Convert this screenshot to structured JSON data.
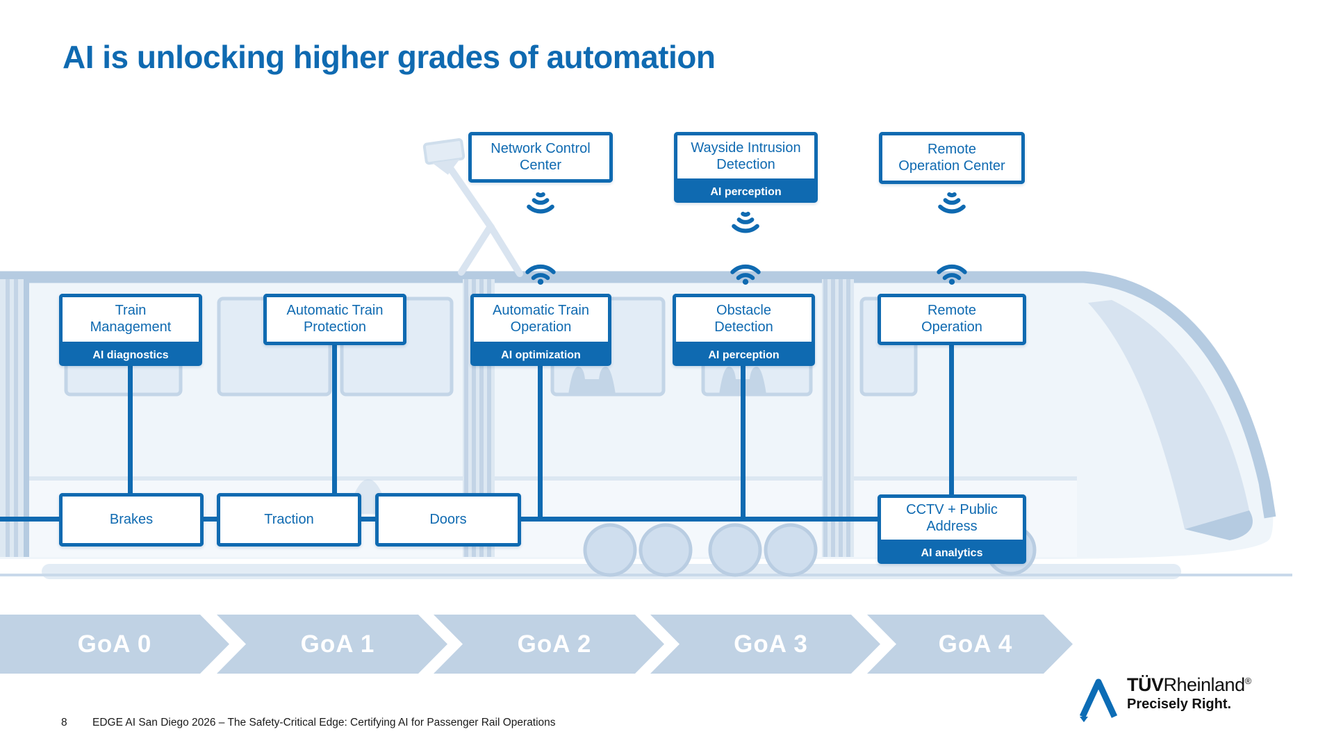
{
  "title": "AI is unlocking higher grades of automation",
  "colors": {
    "brand_blue": "#0f6ab1",
    "train_light_blue": "#c9d9ea",
    "chevron_fill": "#c0d2e4",
    "badge_text": "#ffffff"
  },
  "top_boxes": [
    {
      "label": "Network Control\nCenter",
      "badge": ""
    },
    {
      "label": "Wayside Intrusion\nDetection",
      "badge": "AI perception"
    },
    {
      "label": "Remote\nOperation Center",
      "badge": ""
    }
  ],
  "train_boxes": [
    {
      "label": "Train\nManagement",
      "badge": "AI diagnostics"
    },
    {
      "label": "Automatic Train\nProtection",
      "badge": ""
    },
    {
      "label": "Automatic Train\nOperation",
      "badge": "AI optimization"
    },
    {
      "label": "Obstacle\nDetection",
      "badge": "AI perception"
    },
    {
      "label": "Remote\nOperation",
      "badge": ""
    }
  ],
  "subsystem_boxes": [
    {
      "label": "Brakes",
      "badge": ""
    },
    {
      "label": "Traction",
      "badge": ""
    },
    {
      "label": "Doors",
      "badge": ""
    },
    {
      "label": "CCTV + Public\nAddress",
      "badge": "AI analytics"
    }
  ],
  "goa_levels": [
    "GoA 0",
    "GoA 1",
    "GoA 2",
    "GoA 3",
    "GoA 4"
  ],
  "footer": {
    "page_number": "8",
    "text": "EDGE AI San Diego 2026 – The Safety-Critical Edge: Certifying AI for Passenger Rail Operations"
  },
  "logo": {
    "brand_bold": "TÜV",
    "brand_regular": "Rheinland",
    "registered": "®",
    "tagline": "Precisely Right."
  }
}
